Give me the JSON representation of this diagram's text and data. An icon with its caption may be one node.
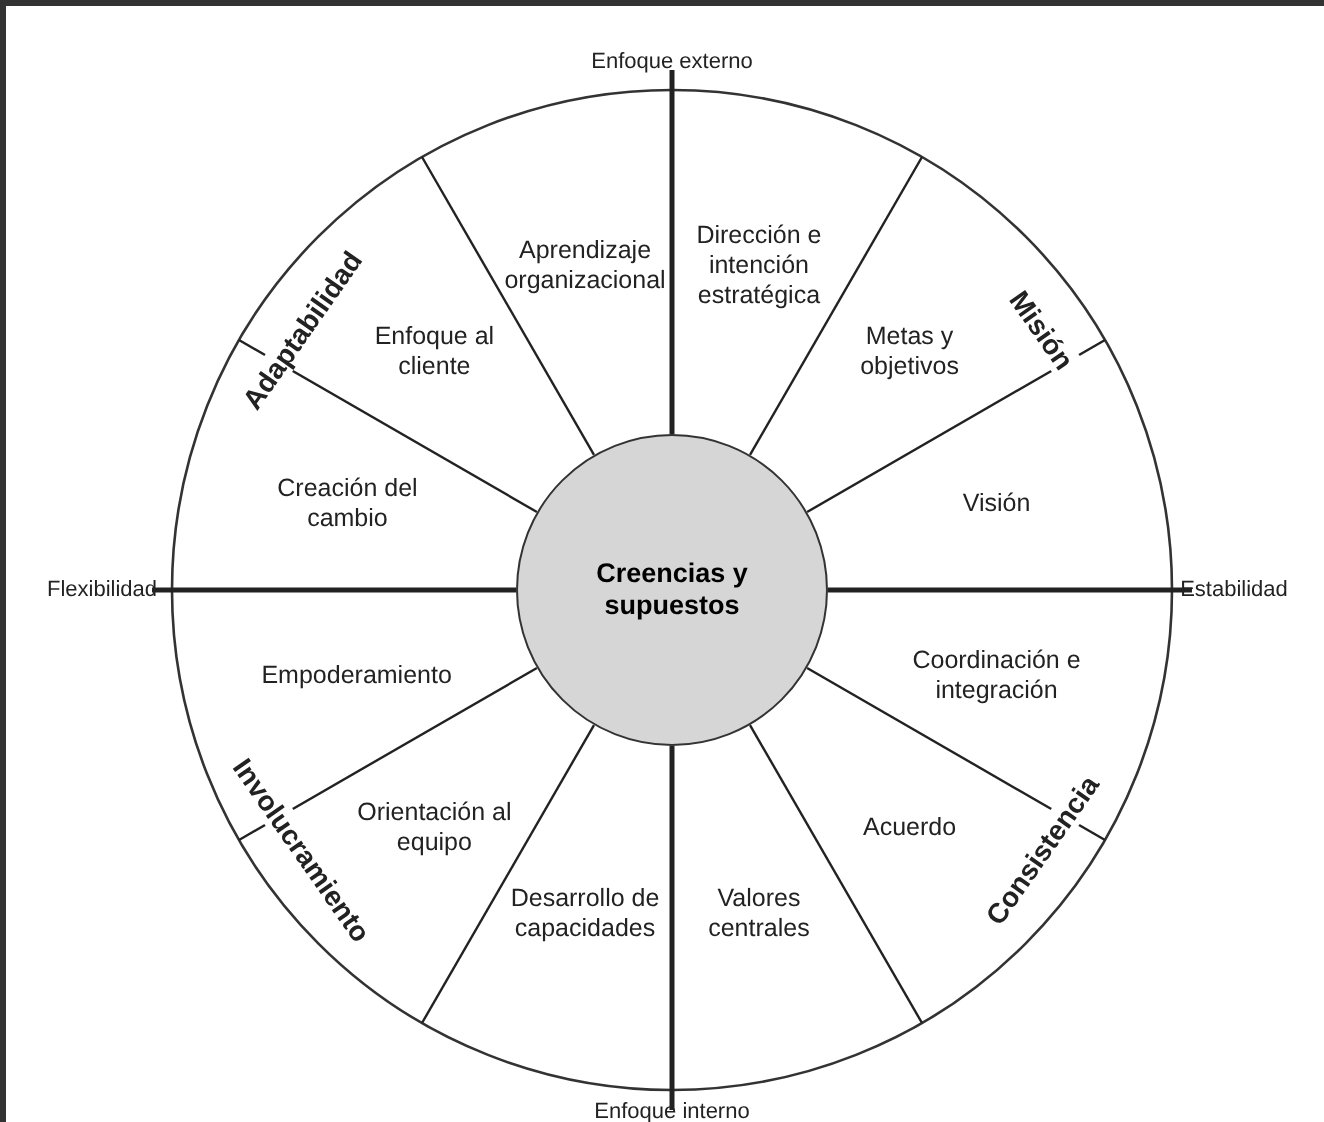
{
  "diagram": {
    "nodes": [
      {
        "text": [
          "Creencias y supuestos"
        ]
      },
      {
        "text": [
          "Dirección e intención estratégica"
        ]
      },
      {
        "text": [
          "Metas y objetivos"
        ]
      },
      {
        "text": [
          "Visión"
        ]
      },
      {
        "text": [
          "Coordinación e integración"
        ]
      },
      {
        "text": [
          "Acuerdo"
        ]
      },
      {
        "text": [
          "Valores centrales"
        ]
      },
      {
        "text": [
          "Desarrollo de capacidades"
        ]
      },
      {
        "text": [
          "Orientación al equipo"
        ]
      },
      {
        "text": [
          "Empoderamiento"
        ]
      },
      {
        "text": [
          "Creación del cambio"
        ]
      },
      {
        "text": [
          "Enfoque al cliente"
        ]
      },
      {
        "text": [
          "Aprendizaje organizacional"
        ]
      }
    ],
    "labels": [
      "Enfoque externo",
      "Adaptabilidad",
      "Misión",
      "Flexibilidad",
      "Estabilidad",
      "Involucramiento",
      "Consistencia",
      "Enfoque interno"
    ]
  }
}
